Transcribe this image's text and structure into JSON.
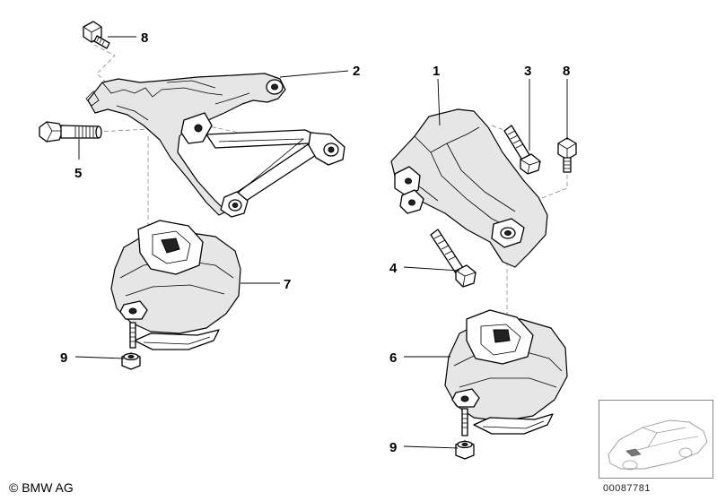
{
  "callouts": [
    {
      "id": "c8a",
      "label": "8"
    },
    {
      "id": "c2",
      "label": "2"
    },
    {
      "id": "c5",
      "label": "5"
    },
    {
      "id": "c7",
      "label": "7"
    },
    {
      "id": "c9a",
      "label": "9"
    },
    {
      "id": "c1",
      "label": "1"
    },
    {
      "id": "c3",
      "label": "3"
    },
    {
      "id": "c8b",
      "label": "8"
    },
    {
      "id": "c4",
      "label": "4"
    },
    {
      "id": "c6",
      "label": "6"
    },
    {
      "id": "c9b",
      "label": "9"
    }
  ],
  "footer": {
    "copyright": "© BMW AG",
    "reference": "00087781"
  },
  "icons": {
    "thumbnail": "car-silhouette-icon"
  }
}
